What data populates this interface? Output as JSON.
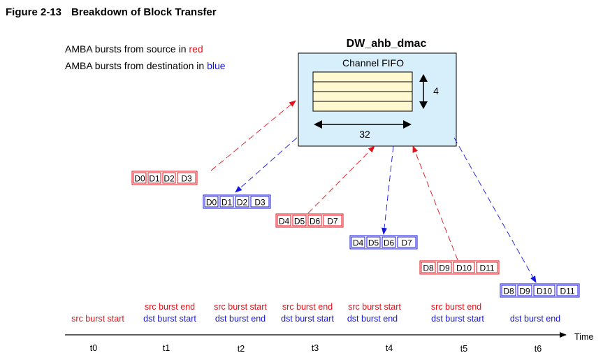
{
  "figure": {
    "number": "Figure 2-13",
    "title": "Breakdown of Block Transfer"
  },
  "legend": {
    "source_prefix": "AMBA bursts from source in ",
    "source_color_word": "red",
    "destination_prefix": "AMBA bursts from destination in ",
    "destination_color_word": "blue"
  },
  "colors": {
    "source": "#e8121a",
    "destination": "#1515e0",
    "fifo_fill": "#d7eefb",
    "fifo_slot_fill": "#fff8d0"
  },
  "dmac": {
    "title": "DW_ahb_dmac",
    "fifo_label": "Channel FIFO",
    "depth": "4",
    "width": "32"
  },
  "bursts": [
    {
      "kind": "source",
      "cells": [
        "D0",
        "D1",
        "D2",
        "D3"
      ]
    },
    {
      "kind": "destination",
      "cells": [
        "D0",
        "D1",
        "D2",
        "D3"
      ]
    },
    {
      "kind": "source",
      "cells": [
        "D4",
        "D5",
        "D6",
        "D7"
      ]
    },
    {
      "kind": "destination",
      "cells": [
        "D4",
        "D5",
        "D6",
        "D7"
      ]
    },
    {
      "kind": "source",
      "cells": [
        "D8",
        "D9",
        "D10",
        "D11"
      ]
    },
    {
      "kind": "destination",
      "cells": [
        "D8",
        "D9",
        "D10",
        "D11"
      ]
    }
  ],
  "timeline": {
    "axis_label": "Time",
    "ticks": [
      "t0",
      "t1",
      "t2",
      "t3",
      "t4",
      "t5",
      "t6"
    ],
    "events": [
      {
        "lines": [
          {
            "text": "src burst start",
            "kind": "source"
          }
        ]
      },
      {
        "lines": [
          {
            "text": "src burst end",
            "kind": "source"
          },
          {
            "text": "dst burst start",
            "kind": "destination"
          }
        ]
      },
      {
        "lines": [
          {
            "text": "src burst start",
            "kind": "source"
          },
          {
            "text": "dst burst end",
            "kind": "destination"
          }
        ]
      },
      {
        "lines": [
          {
            "text": "src burst end",
            "kind": "source"
          },
          {
            "text": "dst burst start",
            "kind": "destination"
          }
        ]
      },
      {
        "lines": [
          {
            "text": "src burst start",
            "kind": "source"
          },
          {
            "text": "dst burst end",
            "kind": "destination"
          }
        ]
      },
      {
        "lines": [
          {
            "text": "src burst end",
            "kind": "source"
          },
          {
            "text": "dst burst start",
            "kind": "destination"
          }
        ]
      },
      {
        "lines": [
          {
            "text": "dst burst end",
            "kind": "destination"
          }
        ]
      }
    ]
  }
}
